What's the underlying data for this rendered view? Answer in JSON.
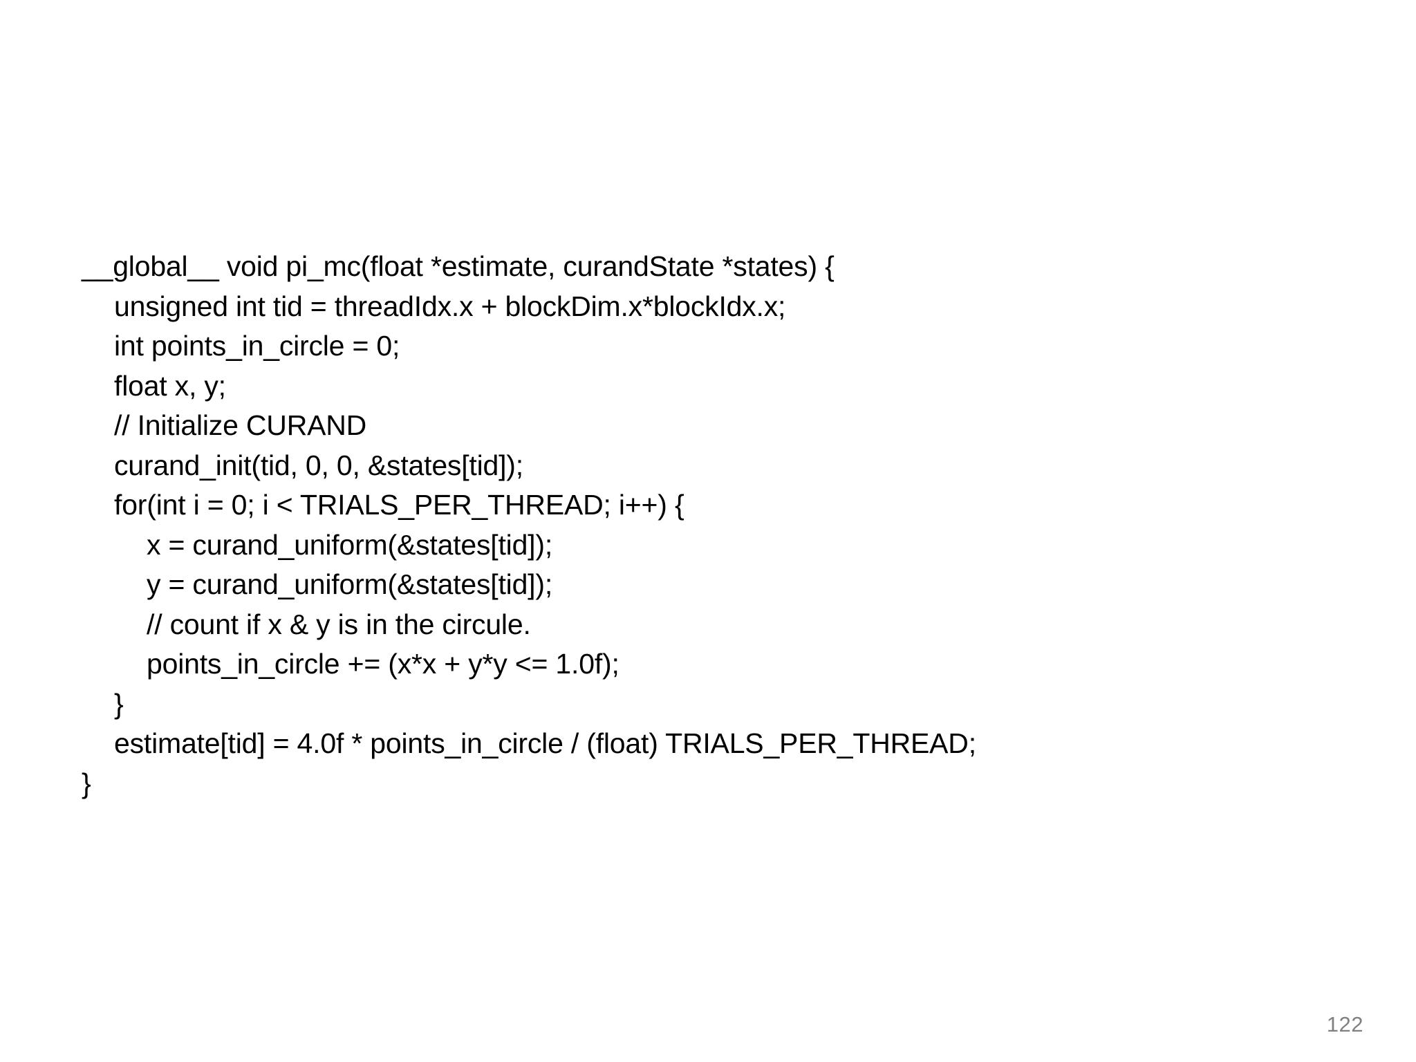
{
  "slide": {
    "background_color": "#ffffff",
    "text_color": "#000000",
    "page_number": "122",
    "page_number_color": "#808080",
    "code": {
      "language": "CUDA C",
      "lines": [
        {
          "indent": 0,
          "text": "__global__ void pi_mc(float *estimate, curandState *states) {"
        },
        {
          "indent": 1,
          "text": "unsigned int tid = threadIdx.x + blockDim.x*blockIdx.x;"
        },
        {
          "indent": 1,
          "text": "int points_in_circle = 0;"
        },
        {
          "indent": 1,
          "text": "float x, y;"
        },
        {
          "indent": 1,
          "text": "// Initialize CURAND"
        },
        {
          "indent": 1,
          "text": "curand_init(tid, 0, 0, &states[tid]);"
        },
        {
          "indent": 1,
          "text": "for(int i = 0; i < TRIALS_PER_THREAD; i++) {"
        },
        {
          "indent": 2,
          "text": "x = curand_uniform(&states[tid]);"
        },
        {
          "indent": 2,
          "text": "y = curand_uniform(&states[tid]);"
        },
        {
          "indent": 2,
          "text": "// count if x & y is in the circule."
        },
        {
          "indent": 2,
          "text": "points_in_circle += (x*x + y*y <= 1.0f);"
        },
        {
          "indent": 1,
          "text": "}"
        },
        {
          "indent": 1,
          "text": "estimate[tid] = 4.0f * points_in_circle / (float) TRIALS_PER_THREAD;"
        },
        {
          "indent": 0,
          "text": "}"
        }
      ]
    }
  }
}
